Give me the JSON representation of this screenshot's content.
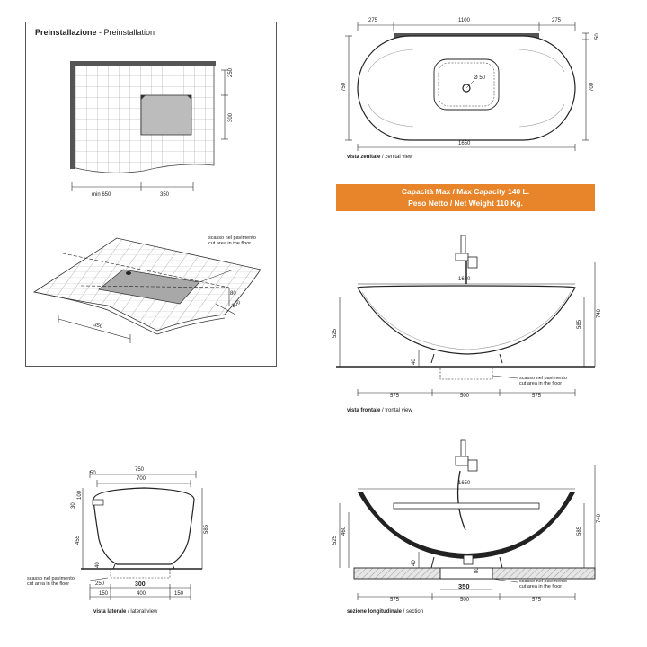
{
  "preinstallation": {
    "title_bold": "Preinstallazione",
    "title_rest": " - Preinstallation",
    "dim_250": "250",
    "dim_300": "300",
    "dim_min650": "min 650",
    "dim_350": "350",
    "cut_it": "scasso nel pavimento",
    "cut_en": "cut area in the floor",
    "persp_80": "80",
    "persp_300": "300",
    "persp_350": "350"
  },
  "zenital": {
    "d275a": "275",
    "d1100": "1100",
    "d275b": "275",
    "d50": "50",
    "d750": "750",
    "d700": "700",
    "dia": "Ø 50",
    "d1650": "1650",
    "caption_it": "vista zenitale",
    "caption_en": " / zenital view"
  },
  "banner": {
    "line1_label": "Capacità Max / Max Capacity ",
    "line1_value": "140 L.",
    "line2_label": "Peso Netto / Net Weight ",
    "line2_value": "110 Kg."
  },
  "frontal": {
    "d1650": "1650",
    "d525": "525",
    "d585": "585",
    "d740": "740",
    "d40": "40",
    "cut_it": "scasso nel pavimento",
    "cut_en": "cut area in the floor",
    "d575a": "575",
    "d500": "500",
    "d575b": "575",
    "caption_it": "vista frontale",
    "caption_en": " / frontal view"
  },
  "lateral": {
    "d750": "750",
    "d50": "50",
    "d700": "700",
    "d30": "30",
    "d100": "100",
    "d455": "455",
    "d585": "585",
    "d40": "40",
    "cut_it": "scasso nel pavimento",
    "cut_en": "cut area in the floor",
    "d250": "250",
    "d300": "300",
    "d150a": "150",
    "d400": "400",
    "d150b": "150",
    "caption_it": "vista laterale",
    "caption_en": " / lateral view"
  },
  "section": {
    "d1650": "1650",
    "d525": "525",
    "d460": "460",
    "d585": "585",
    "d740": "740",
    "d40a": "40",
    "d80": "80",
    "d350": "350",
    "cut_it": "scasso nel pavimento",
    "cut_en": "cut area in the floor",
    "d575a": "575",
    "d500": "500",
    "d575b": "575",
    "caption_it": "sezione longitudinale",
    "caption_en": " / section"
  },
  "colors": {
    "banner": "#e8852a",
    "line": "#222222",
    "grid": "#9a9a9a",
    "floor_fill": "#bdbdbd"
  }
}
